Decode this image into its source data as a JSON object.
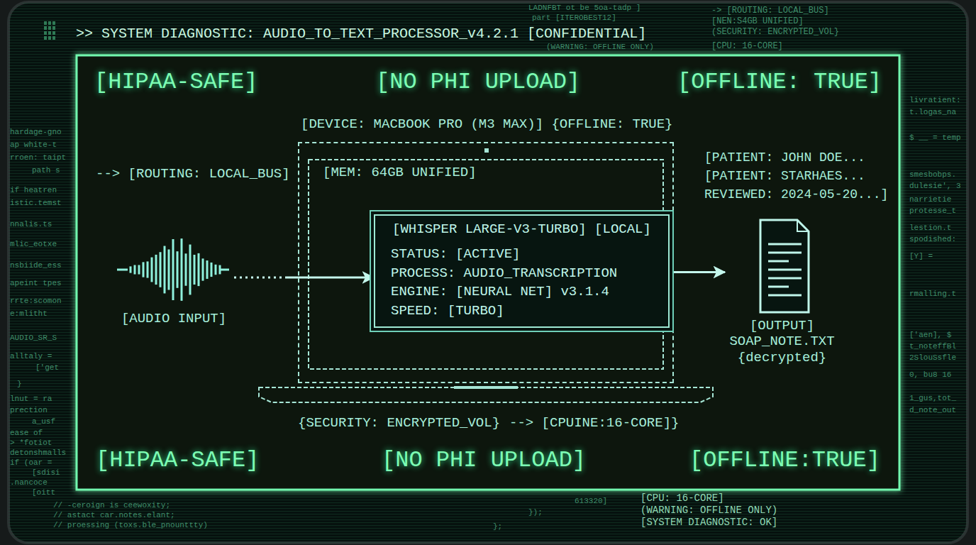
{
  "diagram": {
    "title": ">> SYSTEM DIAGNOSTIC: AUDIO_TO_TEXT_PROCESSOR_v4.2.1 [CONFIDENTIAL]",
    "nodes": [
      {
        "text": [
          "[AUDIO INPUT]"
        ]
      },
      {
        "text": [
          "[DEVICE: MACBOOK PRO (M3 MAX)] {OFFLINE: TRUE}",
          "[MEM: 64GB UNIFIED]"
        ]
      },
      {
        "text": [
          "[WHISPER LARGE-V3-TURBO] [LOCAL]",
          "STATUS: [ACTIVE]",
          "PROCESS: AUDIO_TRANSCRIPTION",
          "ENGINE: [NEURAL NET] v3.1.4",
          "SPEED: [TURBO]"
        ],
        "in": 1
      },
      {
        "text": [
          "[OUTPUT]",
          "SOAP_NOTE.TXT",
          "{decrypted}"
        ]
      }
    ],
    "edges": [
      {
        "from": 0,
        "to": 2,
        "arrow": "to"
      },
      {
        "from": 2,
        "to": 3,
        "arrow": "to"
      }
    ],
    "labels": [
      "[HIPAA-SAFE]",
      "[NO PHI UPLOAD]",
      "[OFFLINE: TRUE]",
      "--> [ROUTING: LOCAL_BUS]",
      "[PATIENT: JOHN DOE...",
      "[PATIENT: STARHAES...",
      "REVIEWED: 2024-05-20...]",
      "{SECURITY: ENCRYPTED_VOL}",
      "--> [CPUINE:16-CORE]}",
      "[HIPAA-SAFE]",
      "[NO PHI UPLOAD]",
      "[OFFLINE:TRUE]",
      "LADNFBT ot be 5oa-tadp ]",
      "part [ITEROBEST12]",
      "(WARNING: OFFLINE ONLY)",
      "-> [ROUTING: LOCAL_BUS]",
      "[NEN:S4GB UNIFIED]",
      "(SECURITY: ENCRYPTED_VOL}",
      "[CPU: 16-CORE]",
      "[CPU: 16-CORE]",
      "(WARNING: OFFLINE ONLY)",
      "[SYSTEM DIAGNOSTIC: OK]",
      "613320]",
      "});",
      "};",
      "// -ceroign is ceewoxity;",
      "// astact car.notes.elant;",
      "// proessing (toxs.ble_pnounttty)",
      "hardage-gno",
      "ap white-t",
      "rroen: taipt",
      "path s",
      "if heatren",
      "istic.temst",
      "nnalis.ts",
      "mlic_eotxe",
      "nsbiide_ess",
      "apeint tpes",
      "rrte:scomon",
      "e:mlitht",
      "AUDIO_SR_S",
      "alltaly =",
      "['get",
      "}",
      "lnut = ra",
      "prection",
      "a_usf",
      "ease of",
      "> *fotiot",
      "detonshmalls",
      "if (oar =",
      "[sdisi",
      ".nancoce",
      "[oitt",
      "livratient:",
      "t.logas_na",
      "$ __ = temp",
      "smesbobps.",
      "dulesie', 3",
      "narrietie",
      "protesse_t",
      "lestion.t",
      "spodished:",
      "[Y] =",
      "rmalling.t",
      "['aen], $",
      "t_noteffBl",
      "2SlouSsfle",
      "0, bu8 16",
      "1_gus,tot_",
      "d_note_out"
    ]
  }
}
